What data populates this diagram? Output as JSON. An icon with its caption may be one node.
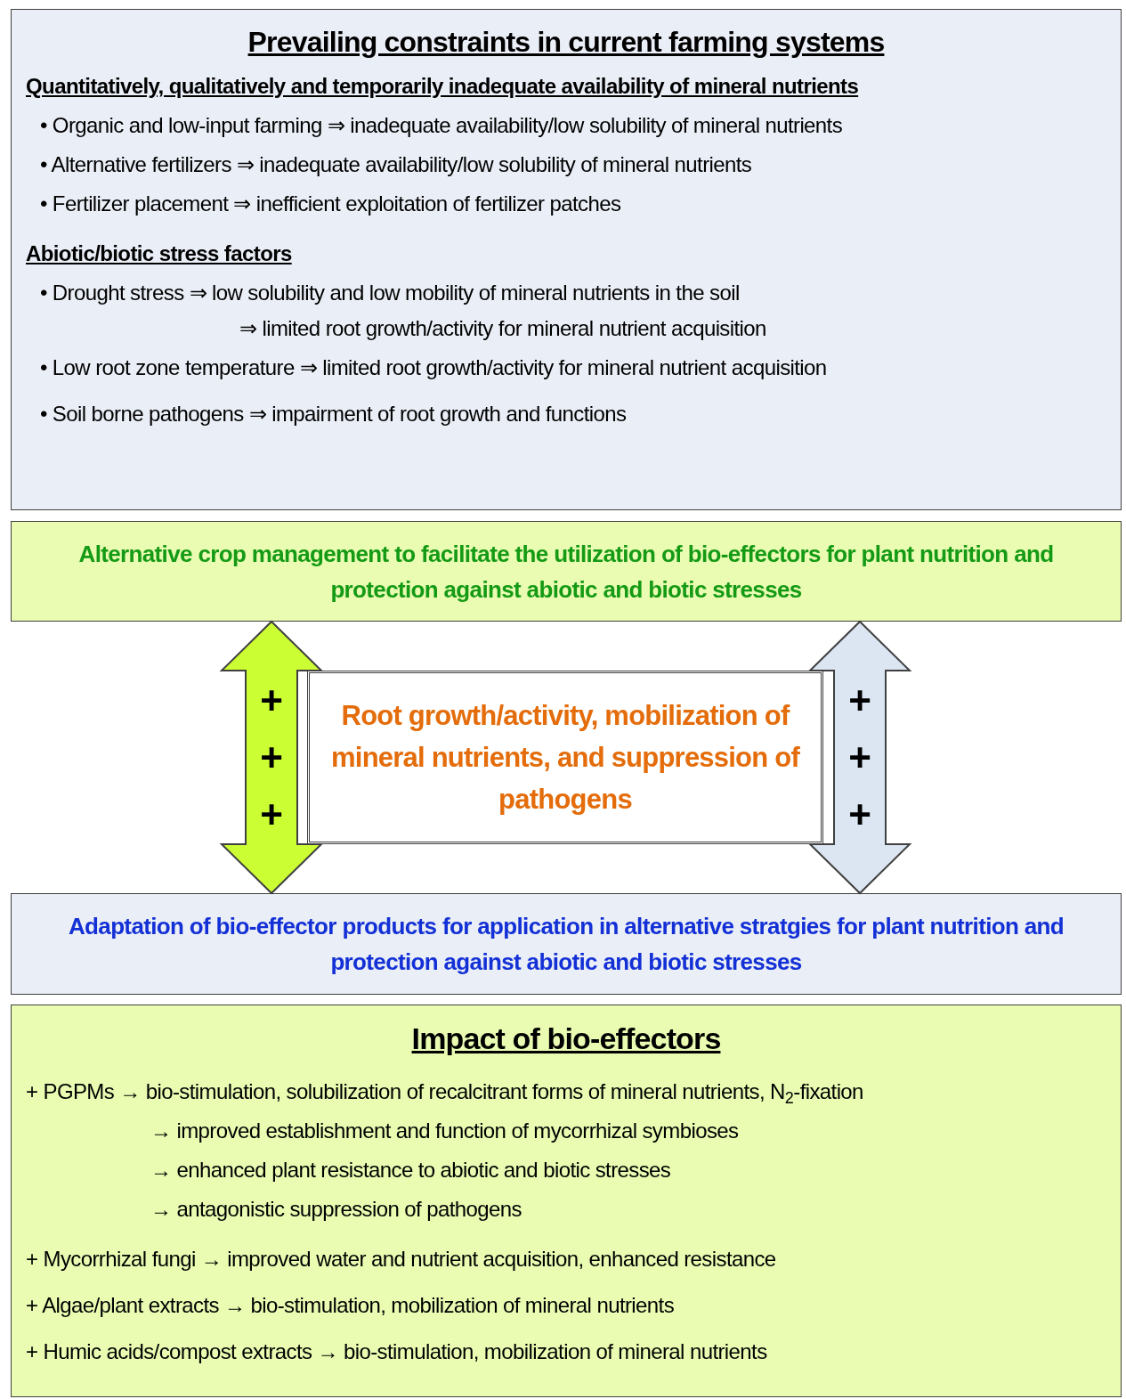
{
  "diagram": {
    "nodes": [
      {
        "text": [
          "Prevailing constraints in current farming systems",
          "Quantitatively, qualitatively and temporarily inadequate availability of mineral nutrients",
          "• Organic and low-input farming ⇒ inadequate availability/low solubility of mineral nutrients",
          "• Alternative fertilizers ⇒ inadequate availability/low solubility of mineral nutrients",
          "• Fertilizer placement ⇒ inefficient exploitation of fertilizer patches",
          "Abiotic/biotic stress factors",
          "• Drought stress ⇒ low solubility and low mobility of mineral nutrients in the soil",
          "⇒ limited root growth/activity for mineral nutrient acquisition",
          "• Low root zone temperature ⇒ limited root growth/activity for mineral nutrient acquisition",
          "• Soil borne pathogens ⇒ impairment of root growth and functions"
        ]
      },
      {
        "text": [
          "Alternative crop management to facilitate the utilization of bio-effectors for plant nutrition and protection against abiotic and biotic stresses"
        ]
      },
      {
        "text": [
          "Root growth/activity, mobilization of mineral nutrients, and suppression of pathogens"
        ]
      },
      {
        "text": [
          "Adaptation of bio-effector products for application in alternative stratgies for plant nutrition and protection against abiotic and biotic stresses"
        ]
      },
      {
        "text": [
          "Impact of bio-effectors",
          "+ PGPMs → bio-stimulation, solubilization of recalcitrant forms of mineral nutrients, N$_{2}$-fixation",
          "→ improved establishment and function of mycorrhizal symbioses",
          "→ enhanced plant resistance to abiotic and biotic stresses",
          "→ antagonistic suppression of pathogens",
          "+ Mycorrhizal fungi → improved water and nutrient acquisition, enhanced resistance",
          "+ Algae/plant extracts → bio-stimulation, mobilization of mineral nutrients",
          "+ Humic acids/compost extracts → bio-stimulation, mobilization of mineral nutrients"
        ]
      }
    ],
    "edges": [
      {
        "from": 1,
        "to": 3,
        "arrow": "both",
        "label": "+ + +",
        "style": "thick",
        "color": "#ccff33"
      },
      {
        "from": 1,
        "to": 3,
        "arrow": "both",
        "label": "+ + +",
        "style": "thick",
        "color": "#dce6f2"
      }
    ]
  }
}
